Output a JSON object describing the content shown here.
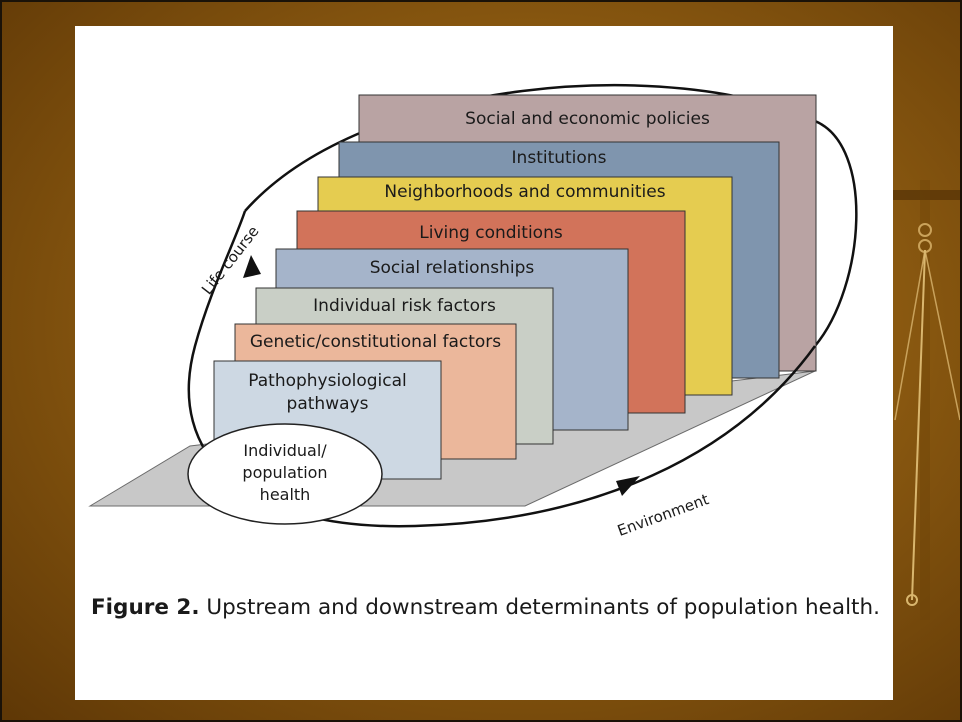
{
  "layers": [
    {
      "label": "Social and economic policies",
      "color": "#b9a3a3"
    },
    {
      "label": "Institutions",
      "color": "#7f95ae"
    },
    {
      "label": "Neighborhoods and communities",
      "color": "#e5cc50"
    },
    {
      "label": "Living conditions",
      "color": "#d2735a"
    },
    {
      "label": "Social relationships",
      "color": "#a5b4ca"
    },
    {
      "label": "Individual risk factors",
      "color": "#c9cfc6"
    },
    {
      "label": "Genetic/constitutional factors",
      "color": "#ebb79b"
    },
    {
      "label_line1": "Pathophysiological",
      "label_line2": "pathways",
      "color": "#cdd8e3"
    }
  ],
  "oval": {
    "line1": "Individual/",
    "line2": "population",
    "line3": "health"
  },
  "arrows": {
    "life_course": "Life course",
    "environment": "Environment"
  },
  "caption": {
    "bold": "Figure 2.",
    "text": " Upstream and downstream determinants of population health."
  },
  "colors": {
    "base_plane": "#c8c8c8",
    "background": "#8a5a12",
    "slide": "#ffffff"
  }
}
